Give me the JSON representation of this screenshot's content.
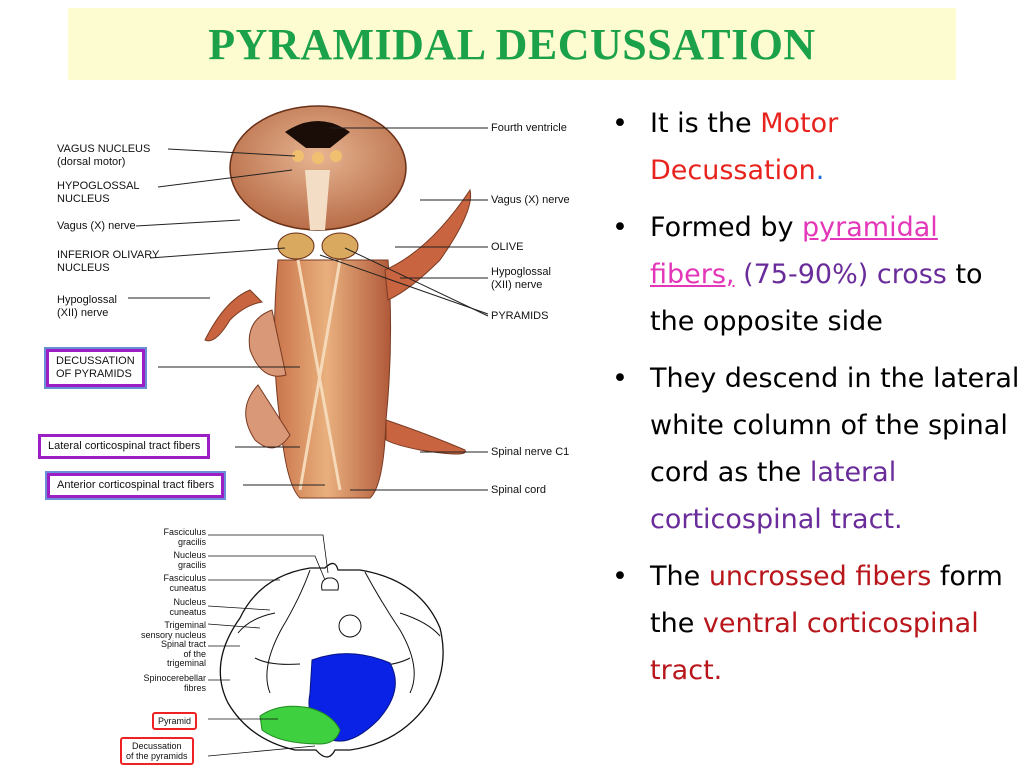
{
  "slide": {
    "title": "PYRAMIDAL DECUSSATION",
    "title_color": "#1aa14a",
    "title_bg": "#fdfbd0"
  },
  "bullets": [
    {
      "parts": [
        "It is the ",
        "Motor Decussation",
        "."
      ]
    },
    {
      "parts": [
        "Formed by ",
        "pyramidal fibers,",
        " (75-90%) cross",
        " to the opposite side"
      ]
    },
    {
      "parts": [
        "They descend in the lateral white column of the spinal cord as the ",
        "lateral corticospinal tract."
      ]
    },
    {
      "parts": [
        "The ",
        "uncrossed fibers",
        " form the ",
        "ventral corticospinal tract."
      ]
    }
  ],
  "upper_figure": {
    "left_labels": {
      "vagus_nucleus_1": "VAGUS NUCLEUS",
      "vagus_nucleus_2": "(dorsal motor)",
      "hypoglossal_nucleus_1": "HYPOGLOSSAL",
      "hypoglossal_nucleus_2": "NUCLEUS",
      "vagus_nerve": "Vagus (X) nerve",
      "inferior_olivary_1": "INFERIOR OLIVARY",
      "inferior_olivary_2": "NUCLEUS",
      "hypoglossal_nerve_1": "Hypoglossal",
      "hypoglossal_nerve_2": "(XII) nerve",
      "decussation_1": "DECUSSATION",
      "decussation_2": "OF PYRAMIDS",
      "lateral_tract": "Lateral corticospinal tract fibers",
      "anterior_tract": "Anterior corticospinal tract fibers"
    },
    "right_labels": {
      "fourth_ventricle": "Fourth ventricle",
      "vagus_nerve": "Vagus (X) nerve",
      "olive": "OLIVE",
      "hypoglossal_1": "Hypoglossal",
      "hypoglossal_2": "(XII) nerve",
      "pyramids": "PYRAMIDS",
      "spinal_nerve": "Spinal nerve C1",
      "spinal_cord": "Spinal cord"
    }
  },
  "lower_figure": {
    "labels": {
      "fasciculus_gracilis_1": "Fasciculus",
      "fasciculus_gracilis_2": "gracilis",
      "nucleus_gracilis_1": "Nucleus",
      "nucleus_gracilis_2": "gracilis",
      "fasciculus_cuneatus_1": "Fasciculus",
      "fasciculus_cuneatus_2": "cuneatus",
      "nucleus_cuneatus_1": "Nucleus",
      "nucleus_cuneatus_2": "cuneatus",
      "trigeminal_sensory_1": "Trigeminal",
      "trigeminal_sensory_2": "sensory nucleus",
      "spinal_tract_1": "Spinal tract",
      "spinal_tract_2": "of the",
      "spinal_tract_3": "trigeminal",
      "spinocerebellar_1": "Spinocerebellar",
      "spinocerebellar_2": "fibres",
      "pyramid": "Pyramid",
      "decussation_1": "Decussation",
      "decussation_2": "of the pyramids"
    }
  }
}
